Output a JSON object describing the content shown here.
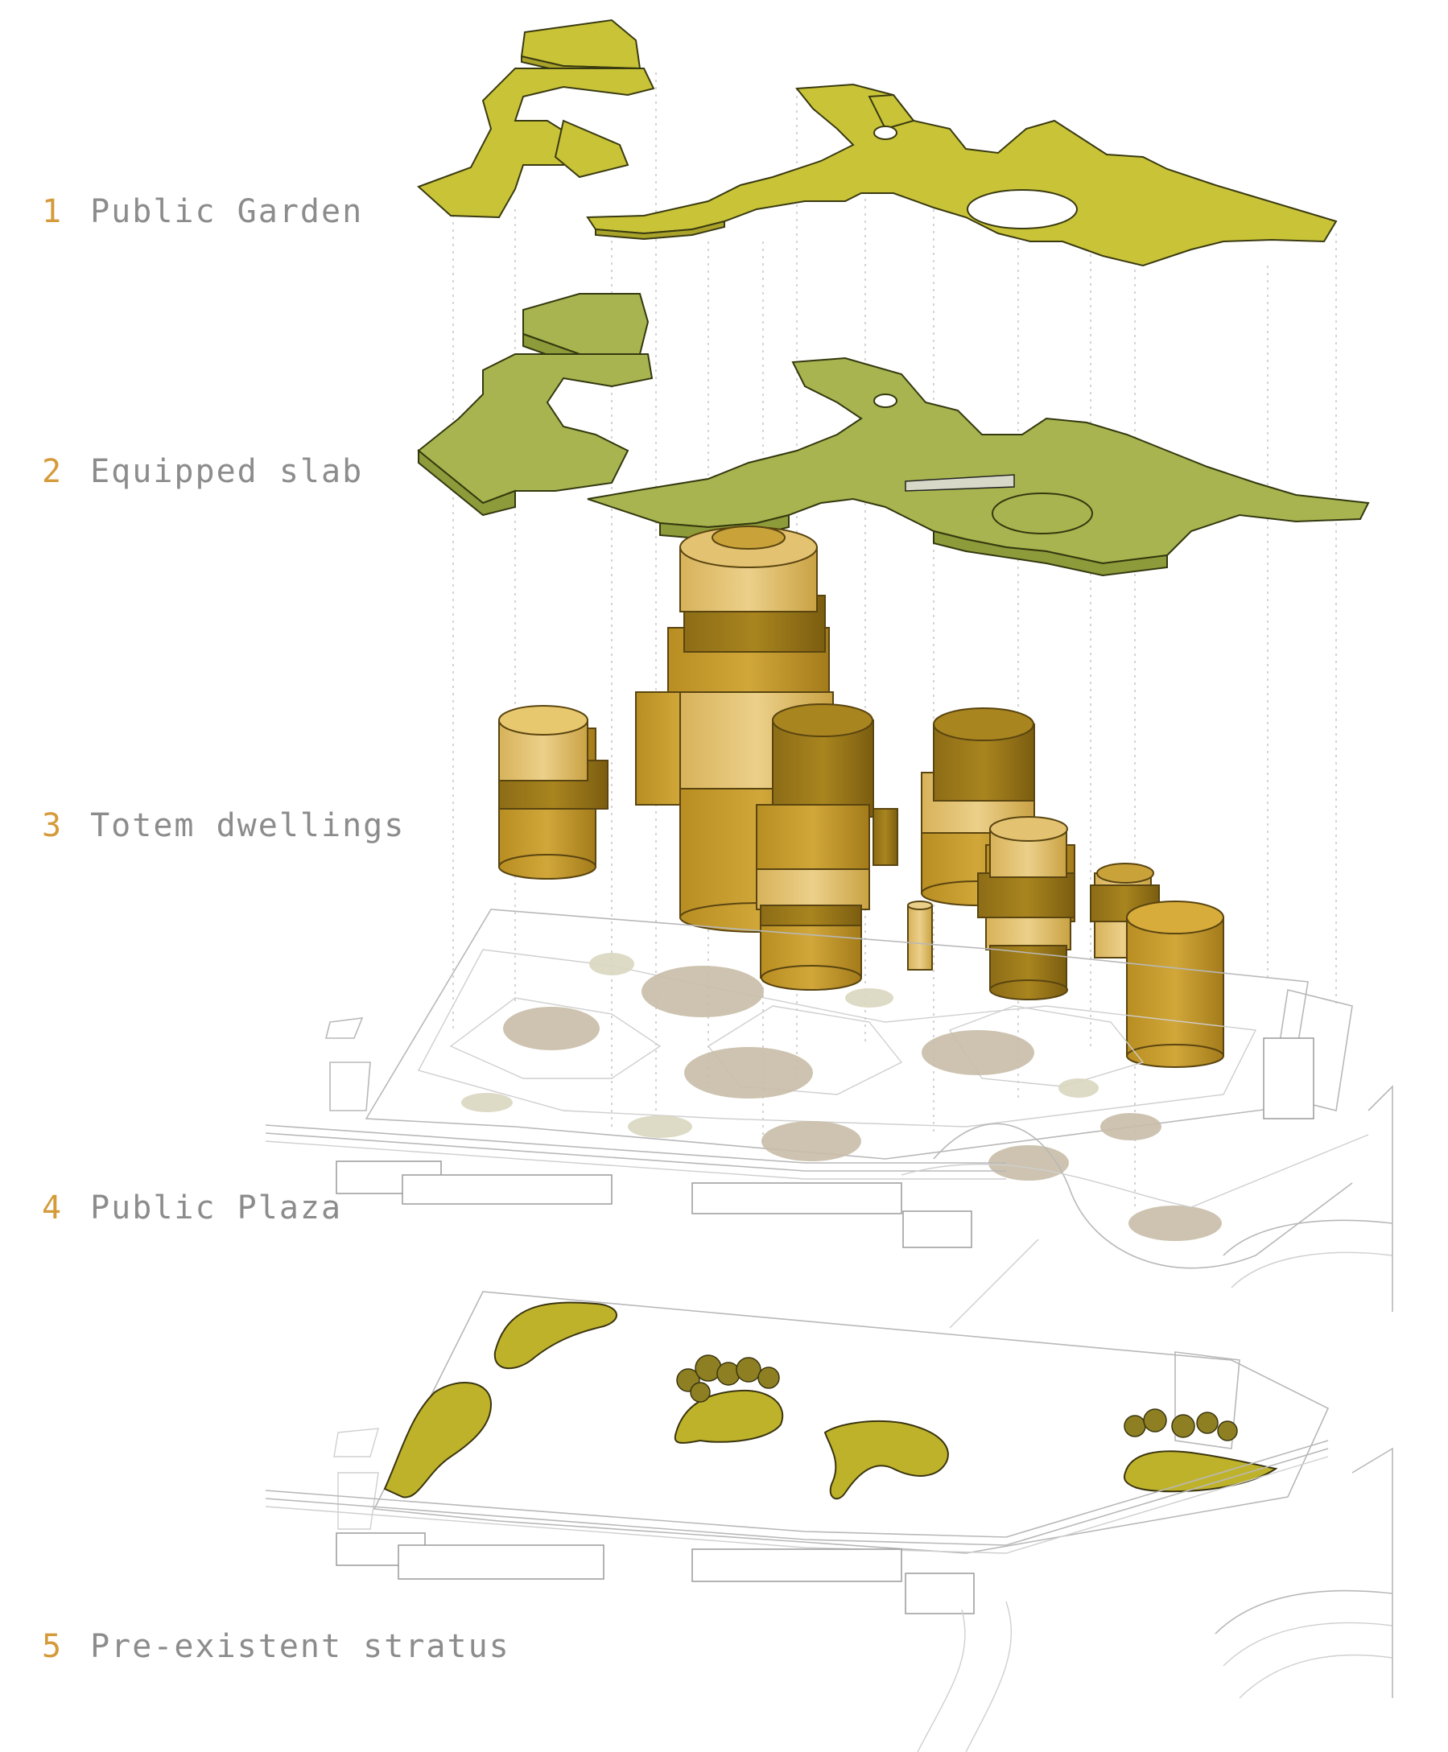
{
  "layers": [
    {
      "number": "1",
      "label": "Public Garden"
    },
    {
      "number": "2",
      "label": "Equipped slab"
    },
    {
      "number": "3",
      "label": "Totem dwellings"
    },
    {
      "number": "4",
      "label": "Public Plaza"
    },
    {
      "number": "5",
      "label": "Pre-existent stratus"
    }
  ],
  "colors": {
    "number_accent": "#d59a3a",
    "label_text": "#8c8c8c",
    "garden_green": "#c9c437",
    "slab_green": "#a8b44f",
    "totem_gold": "#c79a2c",
    "plaza_disc": "#c8bda7",
    "linework": "#b8b8b8"
  }
}
